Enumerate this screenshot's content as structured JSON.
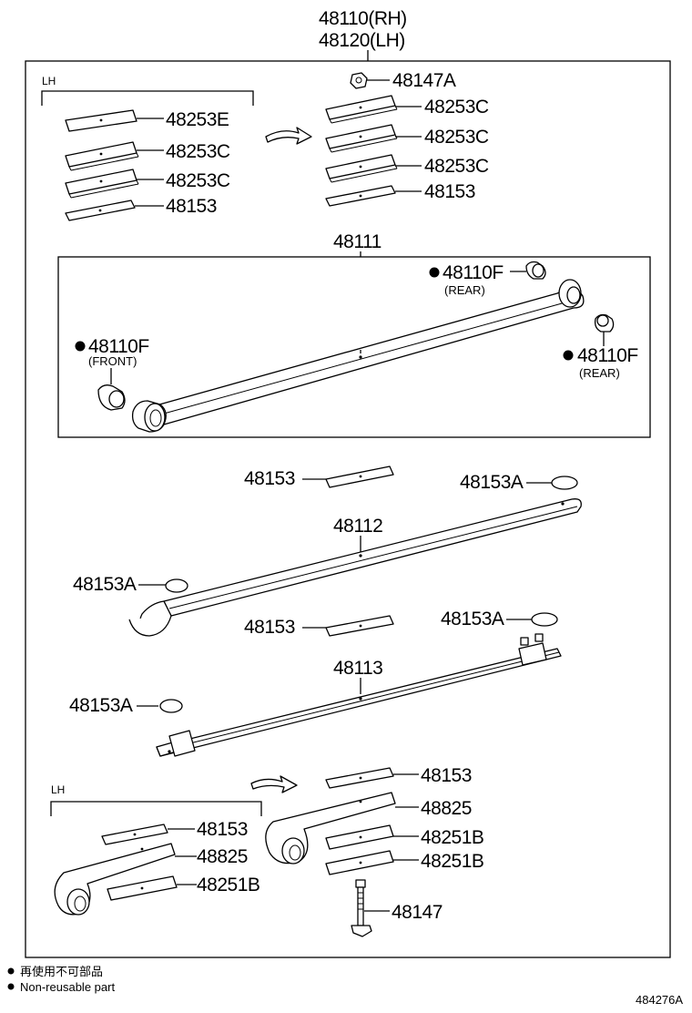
{
  "assembly": {
    "part_rh": "48110(RH)",
    "part_lh": "48120(LH)"
  },
  "top_lh_group": {
    "side_label": "LH",
    "parts": [
      "48253E",
      "48253C",
      "48253C",
      "48153"
    ]
  },
  "top_rh_group": {
    "parts": [
      "48147A",
      "48253C",
      "48253C",
      "48253C",
      "48153"
    ]
  },
  "main_leaf": {
    "part": "48111",
    "bushing_rear_upper": {
      "part": "48110F",
      "note": "(REAR)"
    },
    "bushing_front": {
      "part": "48110F",
      "note": "(FRONT)"
    },
    "bushing_rear_lower": {
      "part": "48110F",
      "note": "(REAR)"
    }
  },
  "leaf_2": {
    "part": "48112",
    "pad": "48153",
    "clip_right": "48153A",
    "clip_left": "48153A"
  },
  "leaf_3": {
    "part": "48113",
    "pad": "48153",
    "clip_right": "48153A",
    "clip_left": "48153A"
  },
  "bottom_lh_group": {
    "side_label": "LH",
    "parts": [
      "48153",
      "48825",
      "48251B"
    ]
  },
  "bottom_rh_group": {
    "parts": [
      "48153",
      "48825",
      "48251B",
      "48251B",
      "48147"
    ]
  },
  "legend": {
    "line_1": "再使用不可部品",
    "line_2": "Non-reusable part"
  },
  "diagram_id": "484276A"
}
